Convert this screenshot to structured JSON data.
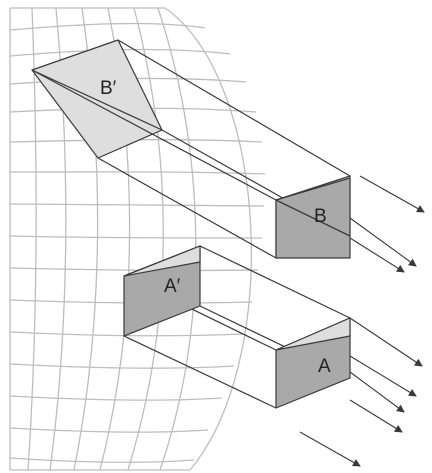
{
  "labels": {
    "b_prime": "B′",
    "b": "B",
    "a_prime": "A′",
    "a": "A"
  }
}
